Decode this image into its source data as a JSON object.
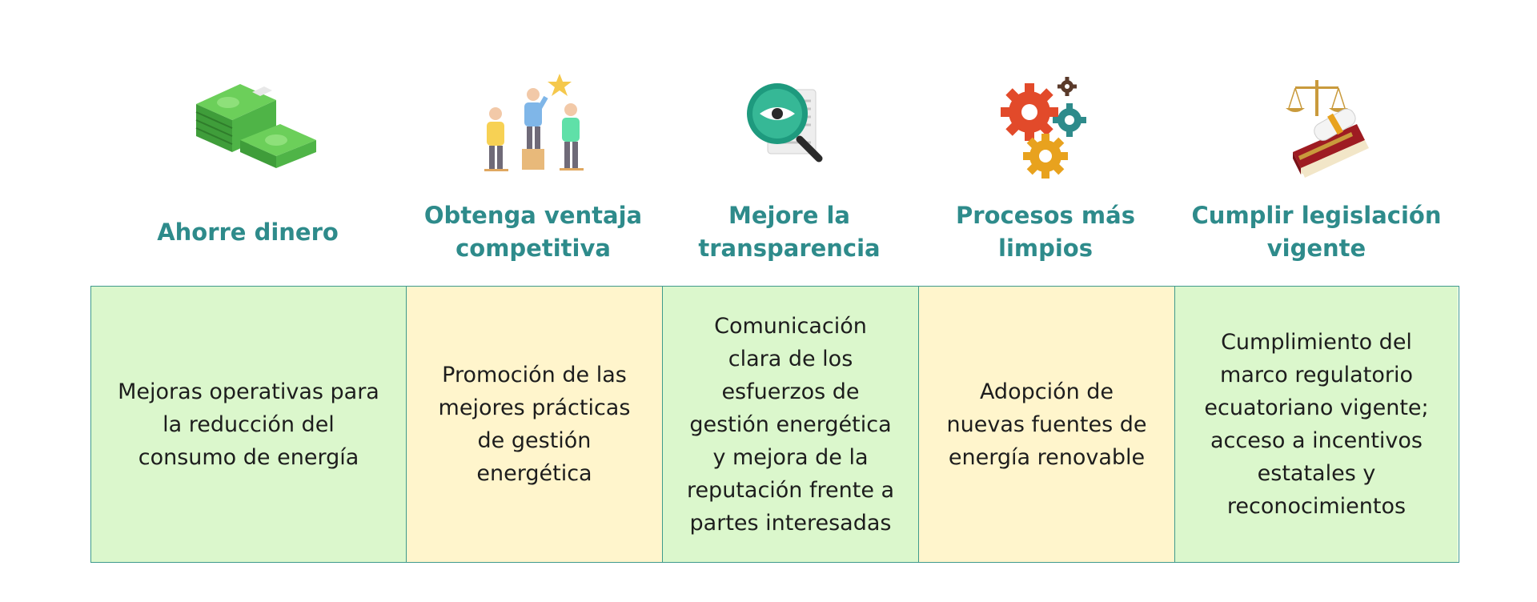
{
  "colors": {
    "title": "#2e8b8b",
    "border": "#3f9a8c",
    "green_cell": "#dbf7cc",
    "yellow_cell": "#fff5cc"
  },
  "columns": [
    {
      "icon": "money-stack-icon",
      "title": "Ahorre dinero",
      "description": "Mejoras operativas para\nla reducción del\nconsumo de energía",
      "cell_color": "green"
    },
    {
      "icon": "team-competition-icon",
      "title": "Obtenga ventaja\ncompetitiva",
      "description": "Promoción de las\nmejores prácticas\nde gestión\nenergética",
      "cell_color": "yellow"
    },
    {
      "icon": "magnifier-eye-document-icon",
      "title": "Mejore la\ntransparencia",
      "description": "Comunicación\nclara de los\nesfuerzos de\ngestión energética\ny mejora de la\nreputación frente a\npartes interesadas",
      "cell_color": "green"
    },
    {
      "icon": "gears-icon",
      "title": "Procesos más\nlimpios",
      "description": "Adopción de\nnuevas fuentes de\nenergía renovable",
      "cell_color": "yellow"
    },
    {
      "icon": "law-scale-book-icon",
      "title": "Cumplir legislación\nvigente",
      "description": "Cumplimiento del\nmarco regulatorio\necuatoriano vigente;\nacceso a incentivos\nestatales y\nreconocimientos",
      "cell_color": "green"
    }
  ]
}
